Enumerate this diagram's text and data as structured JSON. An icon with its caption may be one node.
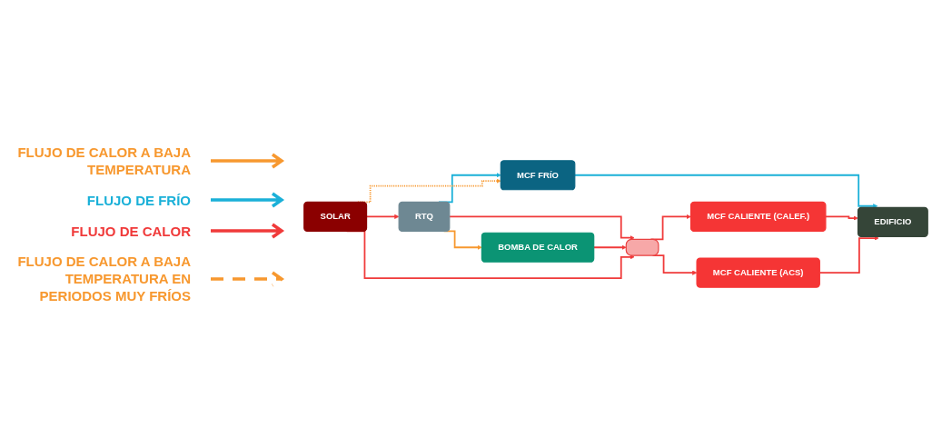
{
  "diagram": {
    "nodes": [
      {
        "text": [
          "RTQ"
        ]
      },
      {
        "text": [
          "MCF FRÍO"
        ]
      },
      {
        "text": [
          "BOMBA DE CALOR"
        ]
      },
      {
        "text": [],
        "shape": "bar"
      },
      {
        "text": [
          "MCF CALIENTE (CALEF.)"
        ]
      },
      {
        "text": [
          "EDIFICIO"
        ]
      },
      {
        "text": [
          "SOLAR"
        ]
      },
      {
        "text": [
          "MCF CALIENTE (ACS)"
        ]
      }
    ],
    "edges": [
      {
        "from": 0,
        "to": 1,
        "arrow": "to",
        "color": "#1ab0d8"
      },
      {
        "from": 0,
        "to": 3,
        "arrow": "to"
      },
      {
        "from": 0,
        "to": 2,
        "arrow": "to",
        "color": "#f7982f"
      },
      {
        "from": 2,
        "to": 3,
        "arrow": "to"
      },
      {
        "from": 6,
        "to": 3,
        "arrow": "to"
      },
      {
        "from": 6,
        "to": 0,
        "arrow": "to"
      },
      {
        "from": 3,
        "to": 4,
        "arrow": "to"
      },
      {
        "from": 3,
        "to": 7,
        "arrow": "to"
      },
      {
        "from": 1,
        "to": 5,
        "arrow": "to",
        "color": "#1ab0d8"
      },
      {
        "from": 4,
        "to": 5,
        "arrow": "to"
      },
      {
        "from": 7,
        "to": 5,
        "arrow": "to"
      },
      {
        "from": 6,
        "to": 1,
        "arrow": "to",
        "style": "dashed",
        "color": "#f7982f"
      }
    ],
    "legend": [
      {
        "text": "FLUJO DE CALOR A BAJA TEMPERATURA"
      },
      {
        "text": "FLUJO DE FRÍO"
      },
      {
        "text": "FLUJO DE CALOR"
      },
      {
        "text": "FLUJO DE CALOR A BAJA TEMPERATURA EN PERIODOS MUY FRÍOS"
      }
    ]
  }
}
